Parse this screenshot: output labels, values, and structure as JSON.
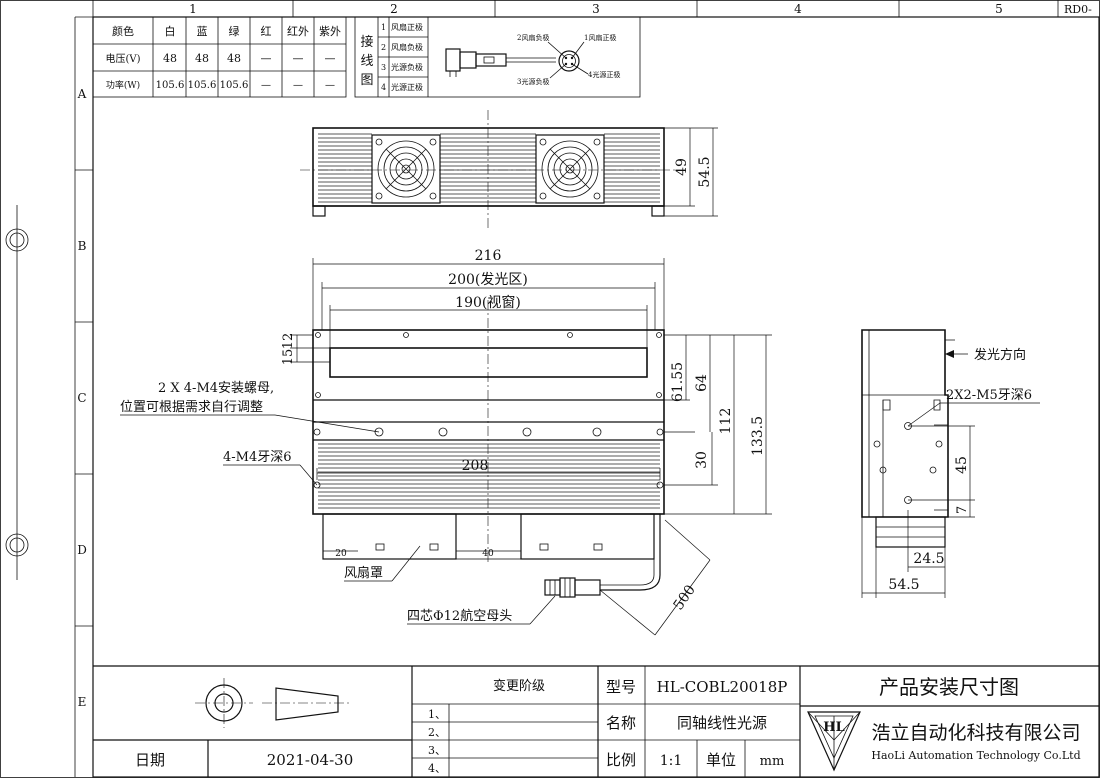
{
  "revision": "RD0-",
  "grid": {
    "columns": [
      "1",
      "2",
      "3",
      "4",
      "5"
    ],
    "rows": [
      "A",
      "B",
      "C",
      "D",
      "E"
    ]
  },
  "spec_table": {
    "headers": [
      "颜色",
      "白",
      "蓝",
      "绿",
      "红",
      "红外",
      "紫外"
    ],
    "voltage": [
      "电压(V)",
      "48",
      "48",
      "48",
      "—",
      "—",
      "—"
    ],
    "power": [
      "功率(W)",
      "105.6",
      "105.6",
      "105.6",
      "—",
      "—",
      "—"
    ]
  },
  "wiring": {
    "title": "接线图",
    "pins": [
      {
        "num": "1",
        "label": "风扇正极"
      },
      {
        "num": "2",
        "label": "风扇负极"
      },
      {
        "num": "3",
        "label": "光源负极"
      },
      {
        "num": "4",
        "label": "光源正极"
      }
    ],
    "connector_labels": [
      "2风扇负极",
      "1风扇正极",
      "3光源负极",
      "4光源正极"
    ]
  },
  "top_view": {
    "dims": [
      "49",
      "54.5"
    ]
  },
  "front_view": {
    "dims": {
      "overall": "216",
      "emit": "200(发光区)",
      "window": "190(视窗)",
      "d12": "12",
      "d15": "15",
      "d61": "61.55",
      "d64": "64",
      "d112": "112",
      "d133": "133.5",
      "d30": "30",
      "d208": "208",
      "d20": "20",
      "d40": "40",
      "d500": "500"
    },
    "callouts": {
      "nut_1": "2 X 4-M4安装螺母,",
      "nut_2": "位置可根据需求自行调整",
      "thread": "4-M4牙深6",
      "fan_cover": "风扇罩",
      "connector": "四芯Φ12航空母头"
    }
  },
  "side_view": {
    "emit_direction": "发光方向",
    "thread": "2X2-M5牙深6",
    "dims": [
      "45",
      "7",
      "24.5",
      "54.5"
    ]
  },
  "title_block": {
    "change_stage": "变更阶级",
    "change_rows": [
      "1、",
      "2、",
      "3、",
      "4、"
    ],
    "model_label": "型号",
    "model_value": "HL-COBL20018P",
    "name_label": "名称",
    "name_value": "同轴线性光源",
    "scale_label": "比例",
    "scale_value": "1:1",
    "unit_label": "单位",
    "unit_value": "mm",
    "drawing_title": "产品安装尺寸图",
    "date_label": "日期",
    "date_value": "2021-04-30",
    "company_cn": "浩立自动化科技有限公司",
    "company_en": "HaoLi Automation Technology Co.Ltd",
    "logo_text": "HL"
  }
}
